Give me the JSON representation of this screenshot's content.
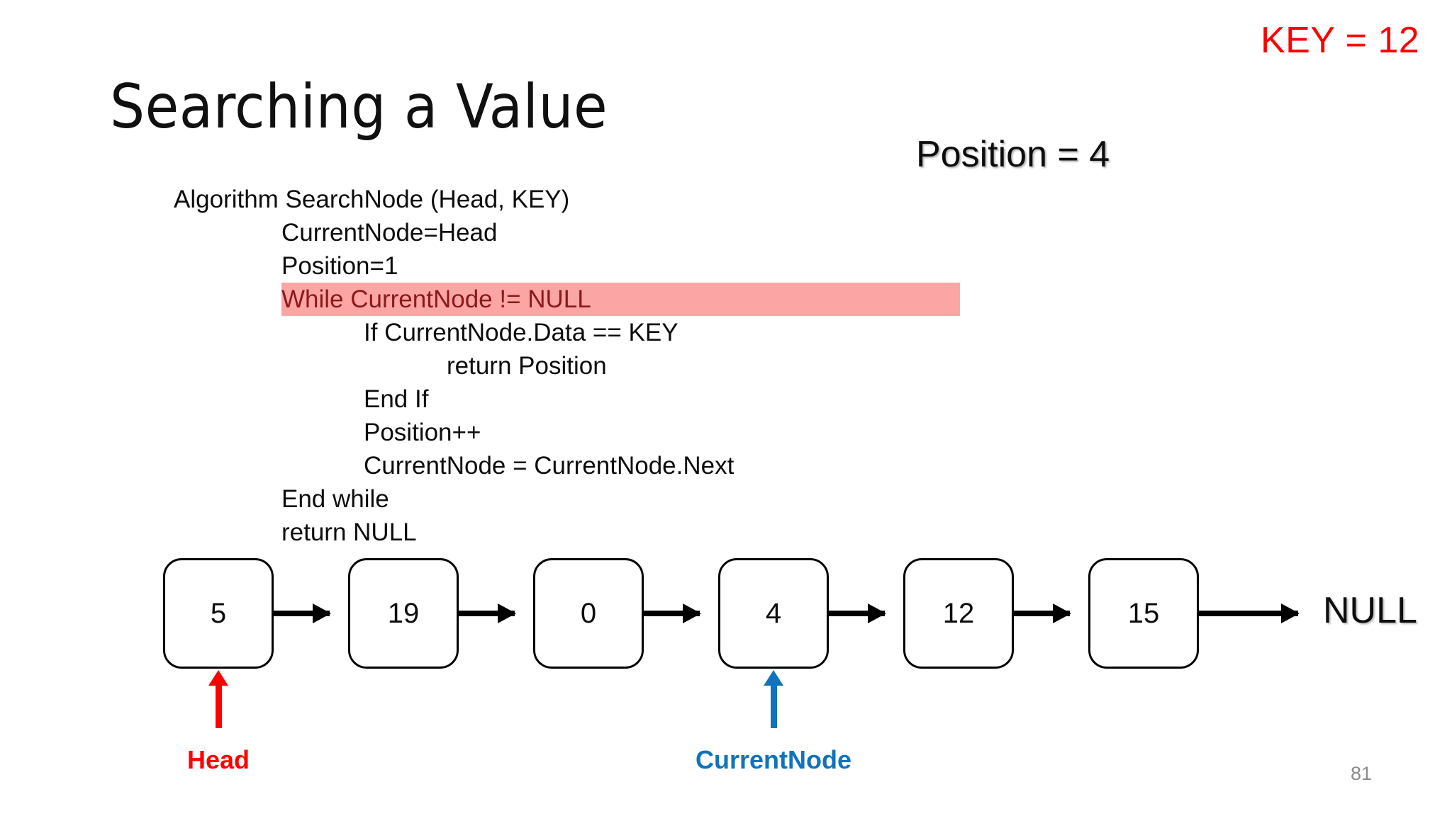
{
  "slide": {
    "title": "Searching a Value",
    "number": "81",
    "key_label": "KEY = 12",
    "position_label": "Position = 4",
    "null_label": "NULL"
  },
  "colors": {
    "key_red": "#FF0000",
    "head_red": "#FF0000",
    "current_blue": "#1173BC",
    "highlight_bg": "#FCA5A5",
    "highlight_fg": "#8B1A1A",
    "node_border": "#000000",
    "text": "#0d0d0d",
    "slide_number": "#8a8a8a"
  },
  "code": {
    "lines": [
      {
        "text": "Algorithm SearchNode (Head, KEY)",
        "indent": 0,
        "highlighted": false
      },
      {
        "text": "CurrentNode=Head",
        "indent": 1,
        "highlighted": false
      },
      {
        "text": "Position=1",
        "indent": 1,
        "highlighted": false
      },
      {
        "text": "While CurrentNode != NULL",
        "indent": 1,
        "highlighted": true
      },
      {
        "text": "If CurrentNode.Data == KEY",
        "indent": 2,
        "highlighted": false
      },
      {
        "text": "return Position",
        "indent": 3,
        "highlighted": false
      },
      {
        "text": "End If",
        "indent": 2,
        "highlighted": false
      },
      {
        "text": "Position++",
        "indent": 2,
        "highlighted": false
      },
      {
        "text": "CurrentNode = CurrentNode.Next",
        "indent": 2,
        "highlighted": false
      },
      {
        "text": "End while",
        "indent": 1,
        "highlighted": false
      },
      {
        "text": "return NULL",
        "indent": 1,
        "highlighted": false
      }
    ]
  },
  "linked_list": {
    "nodes": [
      {
        "value": "5"
      },
      {
        "value": "19"
      },
      {
        "value": "0"
      },
      {
        "value": "4"
      },
      {
        "value": "12"
      },
      {
        "value": "15"
      }
    ],
    "terminator": "NULL"
  },
  "pointers": [
    {
      "label": "Head",
      "target_value": "5",
      "color": "#FF0000"
    },
    {
      "label": "CurrentNode",
      "target_value": "4",
      "color": "#1173BC"
    }
  ]
}
